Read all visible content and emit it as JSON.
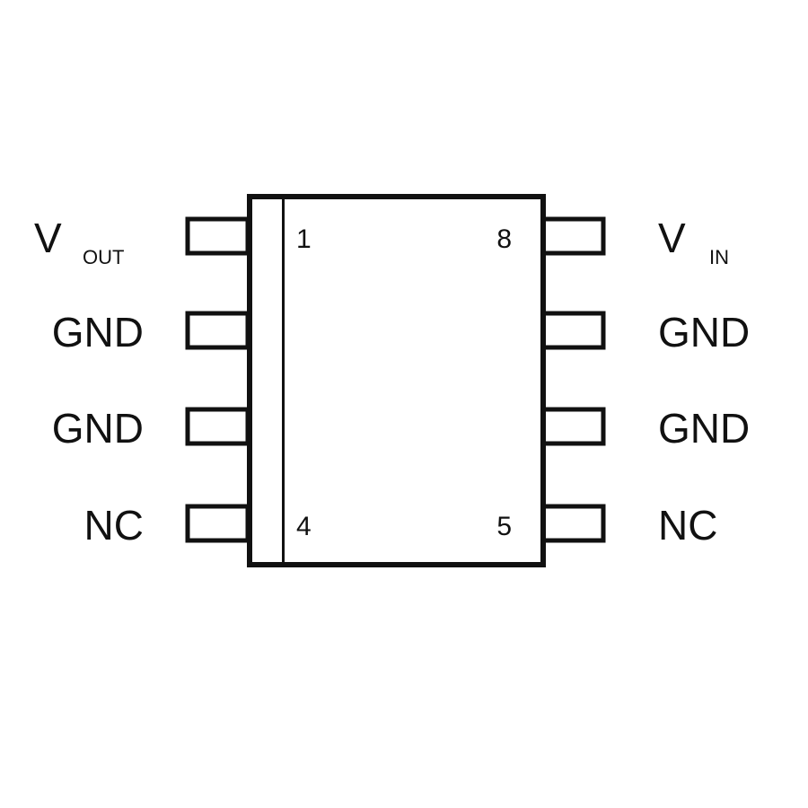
{
  "pins_left": [
    {
      "number": "1",
      "label": "V",
      "sub": "OUT"
    },
    {
      "number": "",
      "label": "GND",
      "sub": ""
    },
    {
      "number": "",
      "label": "GND",
      "sub": ""
    },
    {
      "number": "4",
      "label": "NC",
      "sub": ""
    }
  ],
  "pins_right": [
    {
      "number": "8",
      "label": "V",
      "sub": "IN"
    },
    {
      "number": "",
      "label": "GND",
      "sub": ""
    },
    {
      "number": "",
      "label": "GND",
      "sub": ""
    },
    {
      "number": "5",
      "label": "NC",
      "sub": ""
    }
  ],
  "colors": {
    "stroke": "#111111",
    "background": "#ffffff"
  }
}
